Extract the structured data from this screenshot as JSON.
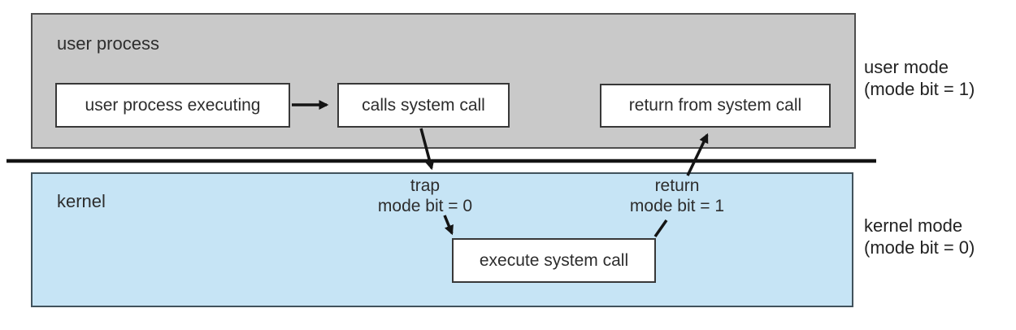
{
  "colors": {
    "user_region_fill": "#c9c9c9",
    "kernel_region_fill": "#c6e4f5",
    "box_fill": "#ffffff",
    "line": "#141414"
  },
  "user_region": {
    "title": "user process",
    "executing_box": "user process executing",
    "calls_box": "calls system call",
    "return_box": "return from system call"
  },
  "kernel_region": {
    "title": "kernel",
    "execute_box": "execute system call",
    "trap_annotation": {
      "line1": "trap",
      "line2": "mode bit = 0"
    },
    "return_annotation": {
      "line1": "return",
      "line2": "mode bit = 1"
    }
  },
  "side_labels": {
    "user_mode": {
      "line1": "user mode",
      "line2": "(mode bit = 1)"
    },
    "kernel_mode": {
      "line1": "kernel mode",
      "line2": "(mode bit = 0)"
    }
  }
}
